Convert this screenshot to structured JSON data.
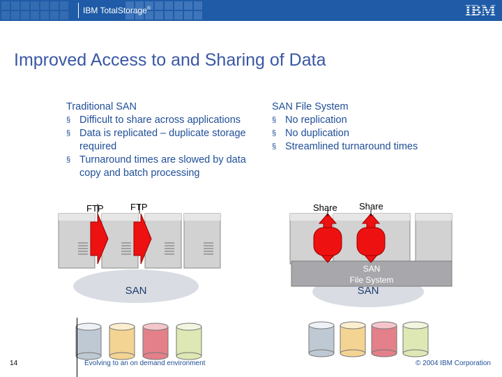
{
  "header": {
    "product": "IBM Total",
    "product_suffix": "Storage",
    "registered_mark": "®",
    "logo_text": "IBM",
    "banner_color": "#1f5ba6"
  },
  "slide": {
    "title": "Improved Access to and Sharing of Data"
  },
  "left_column": {
    "heading": "Traditional SAN",
    "bullets": [
      "Difficult to share across applications",
      "Data is replicated – duplicate storage required",
      "Turnaround times are slowed by data copy and batch processing"
    ]
  },
  "right_column": {
    "heading": "SAN File System",
    "bullets": [
      "No replication",
      "No duplication",
      "Streamlined turnaround times"
    ]
  },
  "bullet_glyph": "§",
  "left_diagram": {
    "arrow_labels": [
      "FTP",
      "FTP"
    ],
    "network_label": "SAN",
    "disk_colors": [
      "#bfc9d4",
      "#f3d492",
      "#e3808a",
      "#dde8b4"
    ]
  },
  "right_diagram": {
    "arrow_labels": [
      "Share",
      "Share"
    ],
    "fs_label_line1": "SAN",
    "fs_label_line2": "File System",
    "network_label": "SAN",
    "disk_colors": [
      "#bfc9d4",
      "#f3d492",
      "#e3808a",
      "#dde8b4"
    ]
  },
  "colors": {
    "arrow_red": "#ee1111",
    "title_blue": "#3a57a4",
    "text_blue": "#1f4e97"
  },
  "footer": {
    "page_number": "14",
    "center_text": "Evolving to an on demand environment",
    "copyright": "© 2004 IBM Corporation"
  }
}
